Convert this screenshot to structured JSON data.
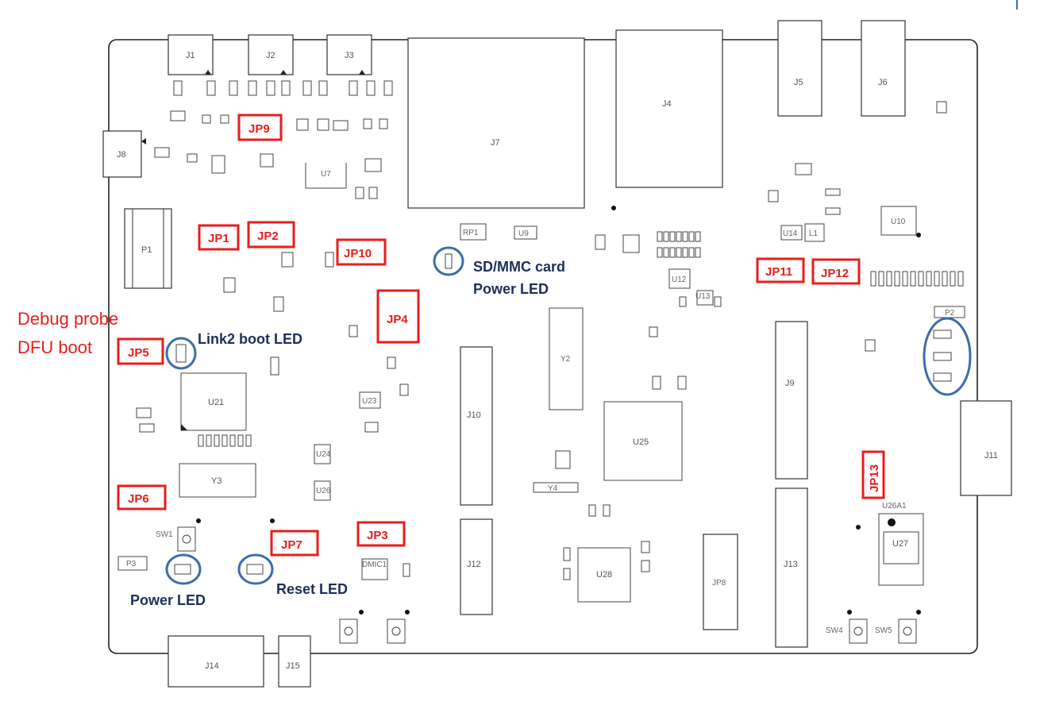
{
  "callouts": {
    "sd_led": [
      "SD/MMC card",
      "Power LED"
    ],
    "link2_led": "Link2 boot LED",
    "power_led": "Power LED",
    "reset_led": "Reset LED",
    "debug_probe": [
      "Debug probe",
      "DFU boot"
    ]
  },
  "jumpers": [
    "JP1",
    "JP2",
    "JP3",
    "JP4",
    "JP5",
    "JP6",
    "JP7",
    "JP9",
    "JP10",
    "JP11",
    "JP12",
    "JP13"
  ],
  "connectors": [
    "J1",
    "J2",
    "J3",
    "J4",
    "J5",
    "J6",
    "J7",
    "J8",
    "J9",
    "J10",
    "J11",
    "J12",
    "J13",
    "J14",
    "J15",
    "P1",
    "P2",
    "P3",
    "JP8"
  ],
  "chips": [
    "U21",
    "U25",
    "U28",
    "U27",
    "U26A1",
    "U10",
    "U12",
    "U13",
    "U23",
    "U24",
    "U26",
    "U7",
    "U9",
    "U14",
    "Y2",
    "Y3",
    "Y4",
    "L1",
    "RP1",
    "DMIC1",
    "SW1",
    "SW4",
    "SW5"
  ],
  "colors": {
    "jumper": "#e81d1d",
    "callout": "#1c2f5a",
    "ring": "#3c6ea8"
  }
}
